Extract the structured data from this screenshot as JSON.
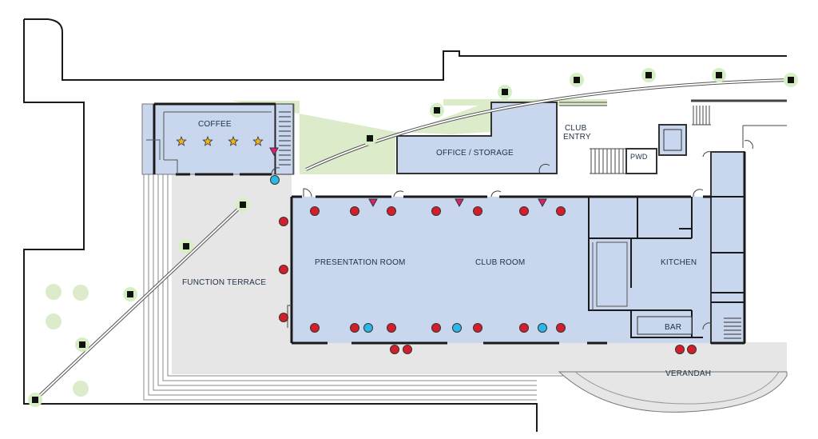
{
  "rooms": {
    "coffee": "COFFEE",
    "office_storage": "OFFICE / STORAGE",
    "club_entry_line1": "CLUB",
    "club_entry_line2": "ENTRY",
    "pwd": "PWD",
    "presentation_room": "PRESENTATION ROOM",
    "club_room": "CLUB ROOM",
    "kitchen": "KITCHEN",
    "bar": "BAR",
    "function_terrace": "FUNCTION TERRACE",
    "verandah": "VERANDAH"
  },
  "colors": {
    "room_fill": "#c9d7ee",
    "terrace_fill": "#e6e6e6",
    "lawn_fill": "#dcebc9",
    "wall": "#1a1a1a",
    "red_marker": "#d21f2b",
    "blue_marker": "#2bb8e6",
    "pink_marker": "#d6246e",
    "star_marker": "#f2b21a",
    "post_halo": "#d6eec4"
  },
  "legend_markers": {
    "red": "red-circle-marker",
    "blue": "blue-circle-marker",
    "pink": "pink-triangle-marker",
    "star": "yellow-star-marker",
    "post": "post-marker"
  }
}
